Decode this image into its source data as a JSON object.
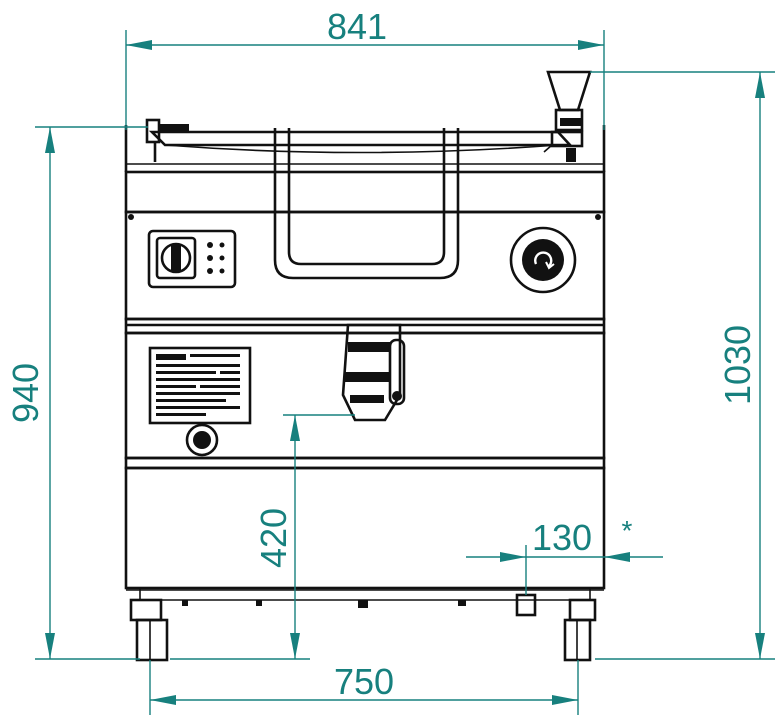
{
  "dimensions": {
    "overall_width": "841",
    "overall_height_with_lid": "1030",
    "height_to_rim": "940",
    "pour_height": "420",
    "side_offset": "130",
    "side_offset_marker": "*",
    "leg_span": "750"
  },
  "colors": {
    "dimension": "#17807e",
    "outline": "#111111",
    "background": "#ffffff"
  }
}
